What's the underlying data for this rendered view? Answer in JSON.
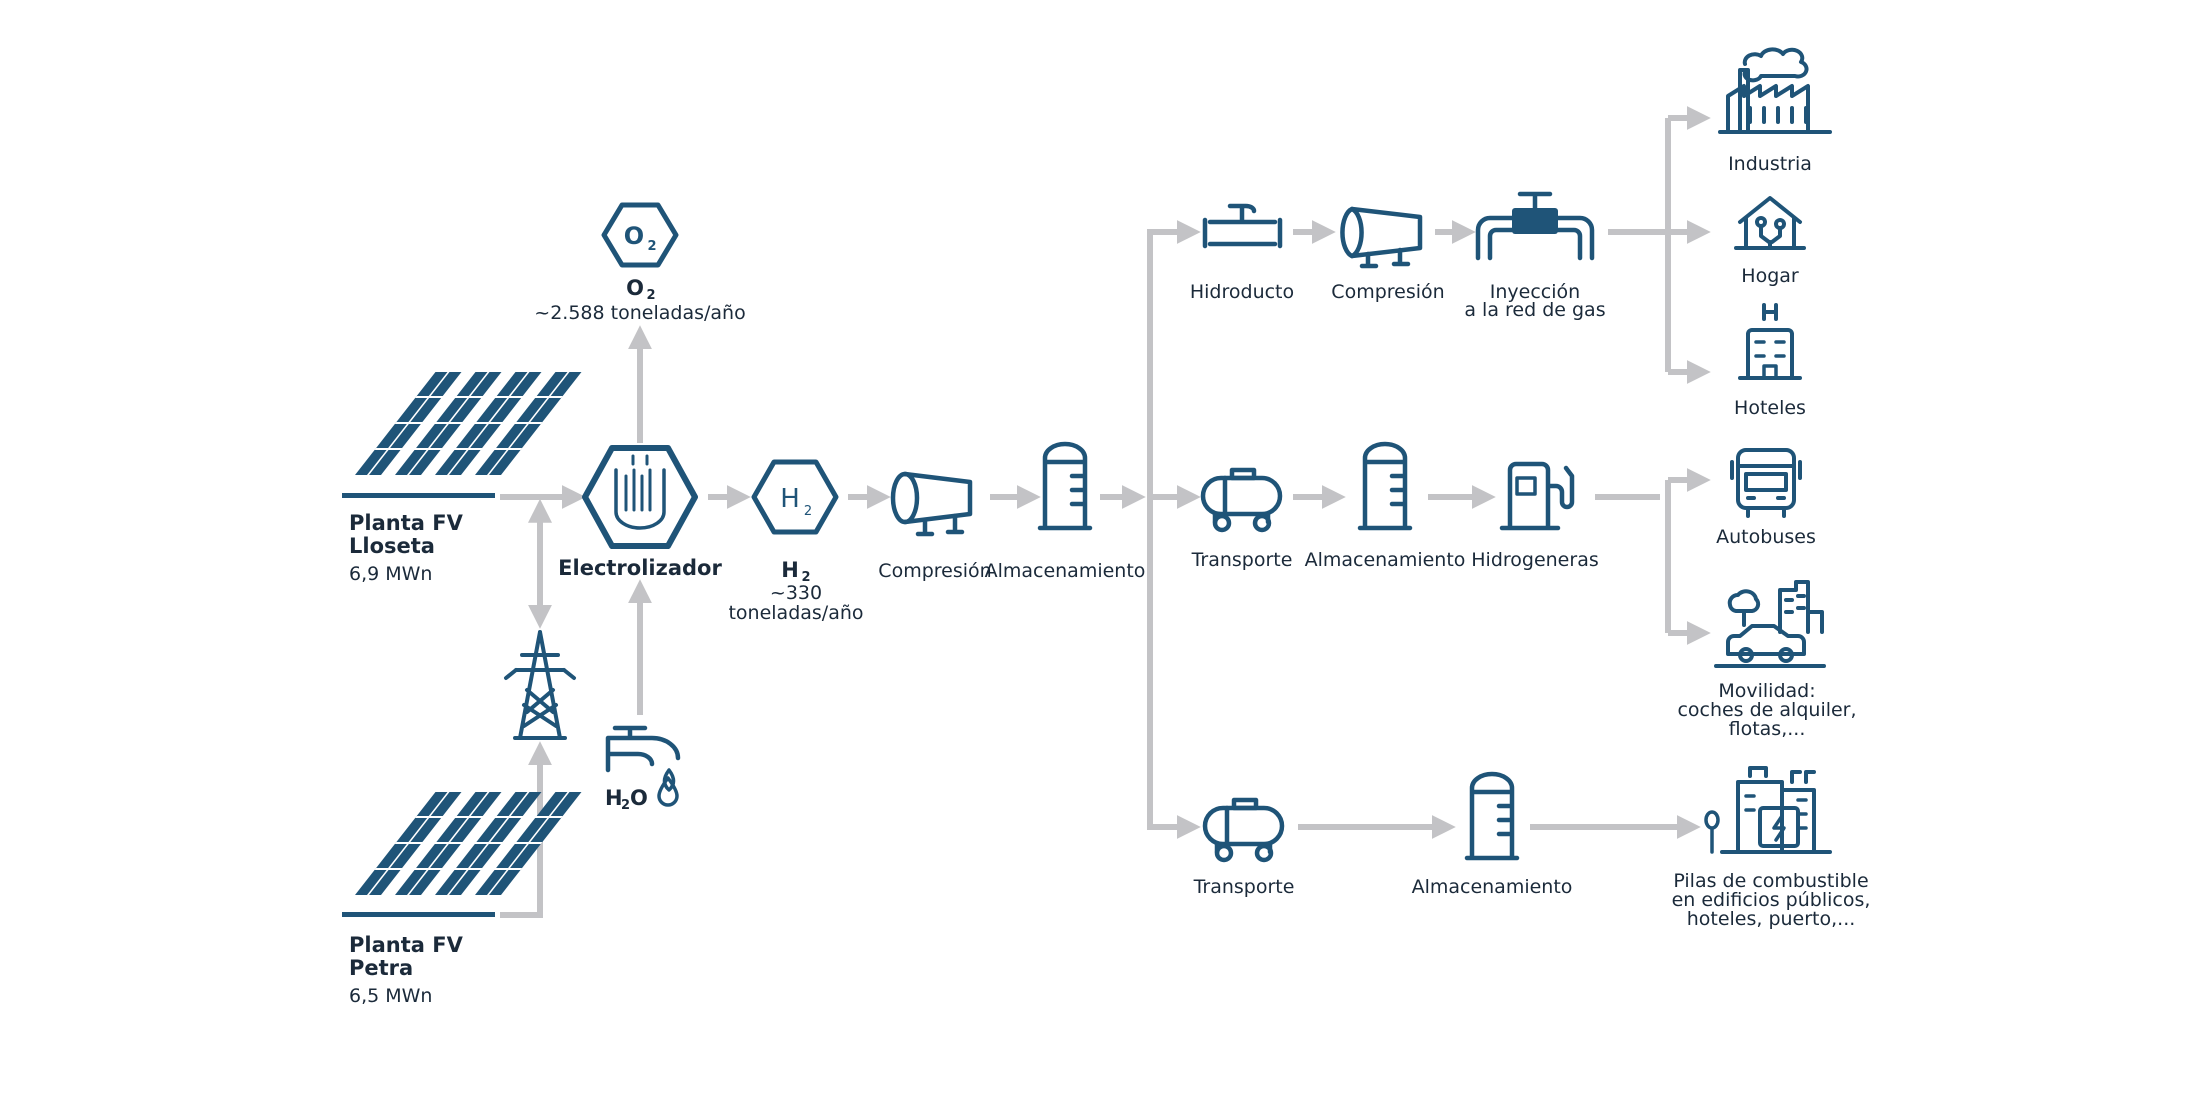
{
  "colors": {
    "icon": "#1f5478",
    "arrow": "#c3c3c6",
    "text": "#1b2a3a"
  },
  "plant_lloseta": {
    "name_line1": "Planta FV",
    "name_line2": "Lloseta",
    "power": "6,9 MWn",
    "icon": "solar-panel-icon"
  },
  "plant_petra": {
    "name_line1": "Planta FV",
    "name_line2": "Petra",
    "power": "6,5 MWn",
    "icon": "solar-panel-icon"
  },
  "grid": {
    "icon": "power-tower-icon"
  },
  "electrolyzer": {
    "label": "Electrolizador",
    "icon": "electrolyzer-hexagon-icon"
  },
  "oxygen": {
    "symbol": "O",
    "subscript": "2",
    "label_main": "O",
    "label_sub": "2",
    "amount": "~2.588 toneladas/año"
  },
  "water": {
    "label_main": "H",
    "label_sub": "2",
    "label_end": "O",
    "icon": "water-tap-icon"
  },
  "hydrogen": {
    "symbol": "H",
    "subscript": "2",
    "label_main": "H",
    "label_sub": "2",
    "amount_line1": "~330",
    "amount_line2": "toneladas/año"
  },
  "main_chain": {
    "compression": "Compresión",
    "storage": "Almacenamiento"
  },
  "route_top": {
    "pipeline": "Hidroducto",
    "compression": "Compresión",
    "injection_line1": "Inyección",
    "injection_line2": "a la red de gas"
  },
  "route_mid": {
    "transport": "Transporte",
    "storage": "Almacenamiento",
    "stations": "Hidrogeneras"
  },
  "route_bottom": {
    "transport": "Transporte",
    "storage": "Almacenamiento"
  },
  "uses": {
    "industry": "Industria",
    "home": "Hogar",
    "hotels": "Hoteles",
    "buses": "Autobuses",
    "mobility_line1": "Movilidad:",
    "mobility_line2": "coches de alquiler,",
    "mobility_line3": "flotas,...",
    "fuelcells_line1": "Pilas de combustible",
    "fuelcells_line2": "en edificios públicos,",
    "fuelcells_line3": "hoteles, puerto,..."
  }
}
